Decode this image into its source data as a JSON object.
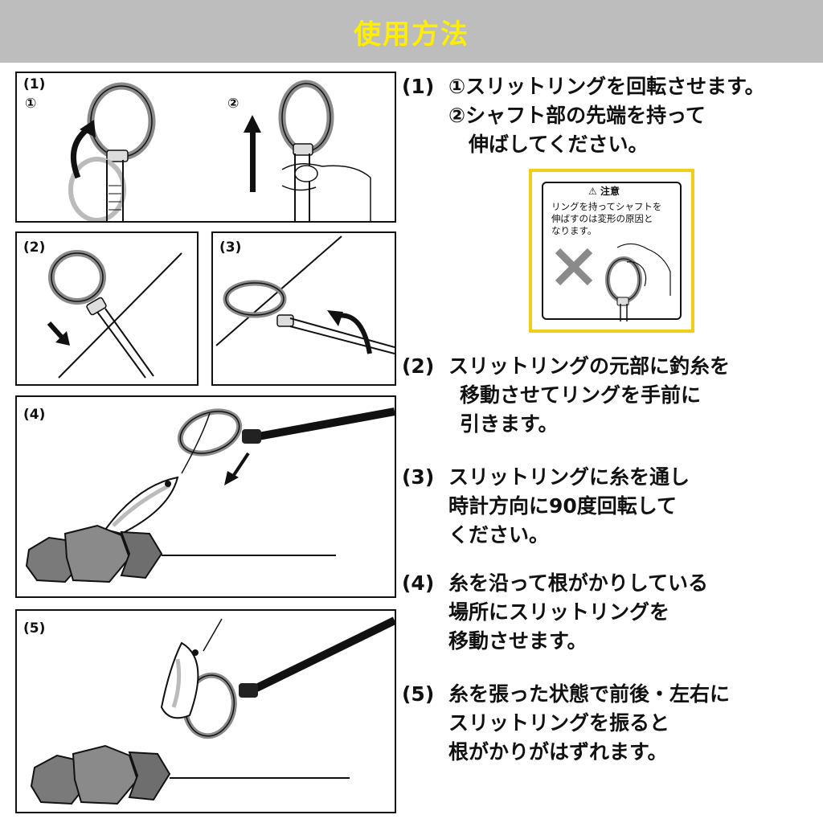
{
  "header": {
    "title": "使用方法"
  },
  "panels": [
    {
      "label": "(1)",
      "sub1": "①",
      "sub2": "②"
    },
    {
      "label": "(2)"
    },
    {
      "label": "(3)"
    },
    {
      "label": "(4)"
    },
    {
      "label": "(5)"
    }
  ],
  "instructions": [
    {
      "num": "(1)",
      "lines": [
        "①スリットリングを回転させます。",
        "②シャフト部の先端を持って",
        "　伸ばしてください。"
      ]
    },
    {
      "num": "(2)",
      "lines": [
        "スリットリングの元部に釣糸を",
        "移動させてリングを手前に",
        "引きます。"
      ]
    },
    {
      "num": "(3)",
      "lines": [
        "スリットリングに糸を通し",
        "時計方向に90度回転して",
        "ください。"
      ]
    },
    {
      "num": "(4)",
      "lines": [
        "糸を沿って根がかりしている",
        "場所にスリットリングを",
        "移動させます。"
      ]
    },
    {
      "num": "(5)",
      "lines": [
        "糸を張った状態で前後・左右に",
        "スリットリングを振ると",
        "根がかりがはずれます。"
      ]
    }
  ],
  "caution": {
    "title": "注意",
    "text": "リングを持ってシャフトを\n伸ばすのは変形の原因と\nなります。"
  },
  "colors": {
    "header_bg": "#bdbdbd",
    "header_text": "#ffee00",
    "caution_border": "#f2cd1a",
    "ring": "#8a8a8a",
    "rock": "#7a7a7a"
  }
}
